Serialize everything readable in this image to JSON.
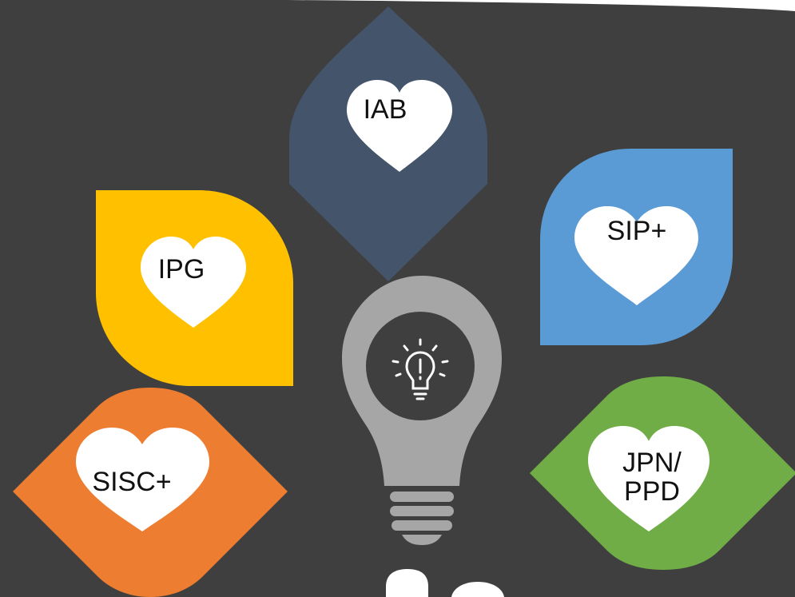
{
  "colors": {
    "background": "#3f3f3f",
    "top_corner": "#ffffff",
    "bulb": "#a6a6a6",
    "bulb_center": "#3f3f3f",
    "heart": "#ffffff",
    "text": "#111111"
  },
  "petals": [
    {
      "id": "iab",
      "lines": [
        "IAB"
      ],
      "color": "#44546a"
    },
    {
      "id": "sip",
      "lines": [
        "SIP+"
      ],
      "color": "#5b9bd5"
    },
    {
      "id": "ipg",
      "lines": [
        "IPG"
      ],
      "color": "#ffc000"
    },
    {
      "id": "sisc",
      "lines": [
        "SISC+"
      ],
      "color": "#ed7d31"
    },
    {
      "id": "jpn",
      "lines": [
        "JPN/",
        "PPD"
      ],
      "color": "#70ad47"
    }
  ],
  "icons": {
    "center": "lightbulb-idea-icon"
  }
}
